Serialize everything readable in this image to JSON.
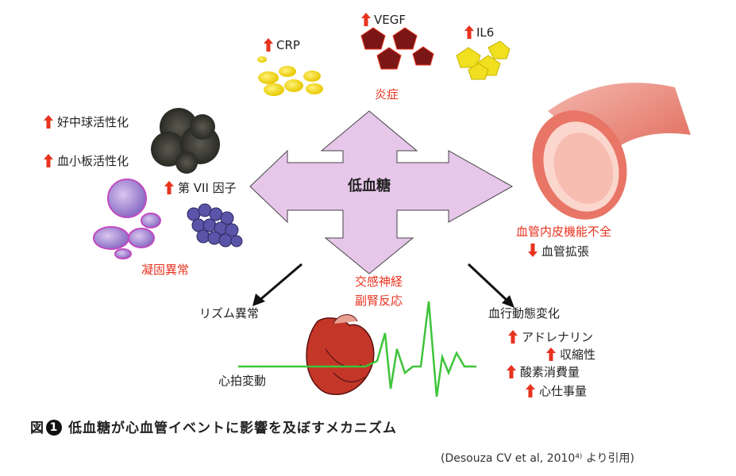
{
  "center": {
    "label": "低血糖"
  },
  "inflammation": {
    "crp": "CRP",
    "vegf": "VEGF",
    "il6": "IL6",
    "title": "炎症"
  },
  "coagulation": {
    "neutrophil": "好中球活性化",
    "platelet": "血小板活性化",
    "factor7": "第 VII 因子",
    "title": "凝固異常"
  },
  "vascular": {
    "title": "血管内皮機能不全",
    "vasodilation": "血管拡張"
  },
  "sympathetic": {
    "line1": "交感神経",
    "line2": "副腎反応"
  },
  "left_bottom": {
    "arrhythmia": "リズム異常",
    "hr_variability": "心拍変動"
  },
  "right_bottom": {
    "hemodynamic": "血行動態変化",
    "adrenaline": "アドレナリン",
    "contractility": "収縮性",
    "oxygen": "酸素消費量",
    "workload": "心仕事量"
  },
  "caption": {
    "fig": "図",
    "num": "1",
    "text": "低血糖が心血管イベントに影響を及ぼすメカニズム"
  },
  "source": "(Desouza CV et al, 2010⁴⁾ より引用)",
  "colors": {
    "accent_red": "#e8331f",
    "arrow_fill": "#e6c7ea",
    "ecg_green": "#3ec43a"
  }
}
